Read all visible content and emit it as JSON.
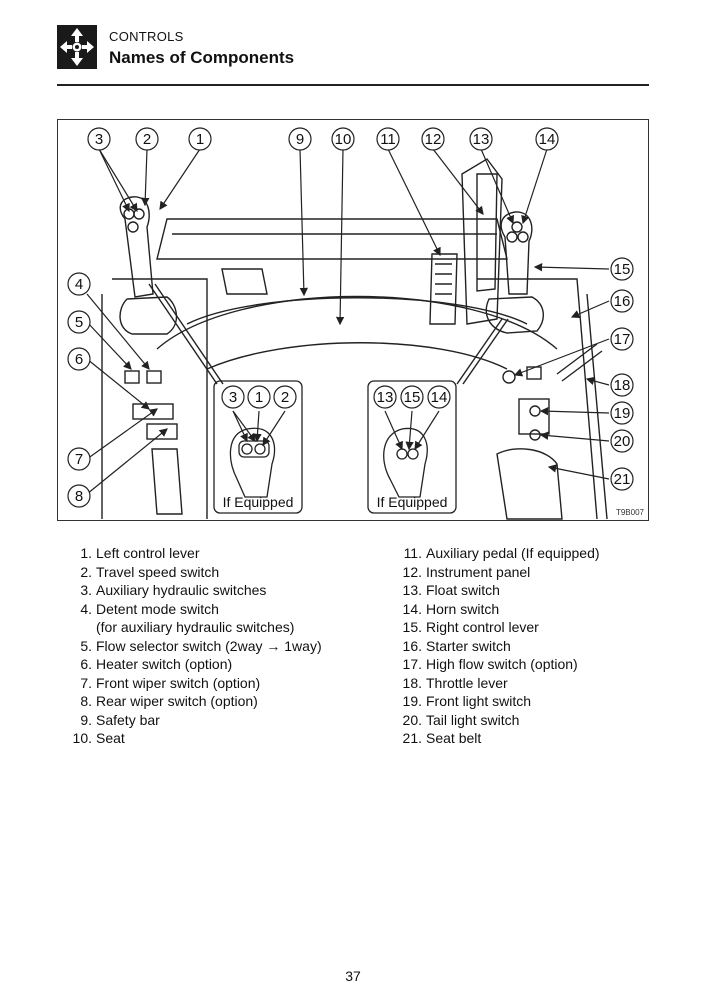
{
  "header": {
    "section": "CONTROLS",
    "title": "Names of Components"
  },
  "figure": {
    "code": "T9B007",
    "callouts": [
      "1",
      "2",
      "3",
      "4",
      "5",
      "6",
      "7",
      "8",
      "9",
      "10",
      "11",
      "12",
      "13",
      "14",
      "15",
      "16",
      "17",
      "18",
      "19",
      "20",
      "21"
    ],
    "inset_left": {
      "numbers": [
        "3",
        "1",
        "2"
      ],
      "caption": "If Equipped"
    },
    "inset_right": {
      "numbers": [
        "13",
        "15",
        "14"
      ],
      "caption": "If Equipped"
    }
  },
  "components_left": [
    {
      "num": "1.",
      "name": "Left control lever"
    },
    {
      "num": "2.",
      "name": "Travel speed switch"
    },
    {
      "num": "3.",
      "name": "Auxiliary hydraulic switches"
    },
    {
      "num": "4.",
      "name": "Detent mode switch",
      "cont": "(for auxiliary hydraulic switches)"
    },
    {
      "num": "5.",
      "name": "Flow selector switch (2way → 1way)"
    },
    {
      "num": "6.",
      "name": "Heater switch (option)"
    },
    {
      "num": "7.",
      "name": "Front wiper switch (option)"
    },
    {
      "num": "8.",
      "name": "Rear wiper switch (option)"
    },
    {
      "num": "9.",
      "name": "Safety bar"
    },
    {
      "num": "10.",
      "name": "Seat"
    }
  ],
  "components_right": [
    {
      "num": "11.",
      "name": "Auxiliary pedal (If equipped)"
    },
    {
      "num": "12.",
      "name": "Instrument panel"
    },
    {
      "num": "13.",
      "name": "Float switch"
    },
    {
      "num": "14.",
      "name": "Horn switch"
    },
    {
      "num": "15.",
      "name": "Right control lever"
    },
    {
      "num": "16.",
      "name": "Starter switch"
    },
    {
      "num": "17.",
      "name": "High flow switch (option)"
    },
    {
      "num": "18.",
      "name": "Throttle lever"
    },
    {
      "num": "19.",
      "name": "Front light switch"
    },
    {
      "num": "20.",
      "name": "Tail light switch"
    },
    {
      "num": "21.",
      "name": "Seat belt"
    }
  ],
  "page_number": "37"
}
